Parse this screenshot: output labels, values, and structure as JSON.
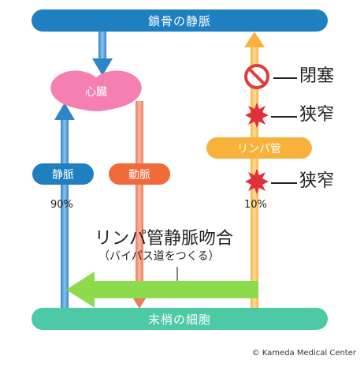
{
  "top_bar": {
    "label": "鎖骨の静脈",
    "color": "#1E7FC1"
  },
  "bottom_bar": {
    "label": "末梢の細胞",
    "color": "#4DC9A6"
  },
  "heart": {
    "label": "心臓",
    "color": "#F67FB1"
  },
  "vein_label": {
    "text": "静脈",
    "color": "#1E7FC1"
  },
  "artery_label": {
    "text": "動脈",
    "color": "#F06A3A"
  },
  "lymph_label": {
    "text": "リンパ管",
    "color": "#F8B23C"
  },
  "vein_percent": "90%",
  "lymph_percent": "10%",
  "conditions": [
    {
      "label": "閉塞",
      "icon": "no-entry-icon"
    },
    {
      "label": "狭窄",
      "icon": "burst-icon"
    },
    {
      "label": "狭窄",
      "icon": "burst-icon"
    }
  ],
  "bypass": {
    "title": "リンパ管静脈吻合",
    "subtitle": "（バイパス道をつくる）",
    "arrow_color": "#8CDB4C"
  },
  "credit": "© Kameda Medical Center"
}
